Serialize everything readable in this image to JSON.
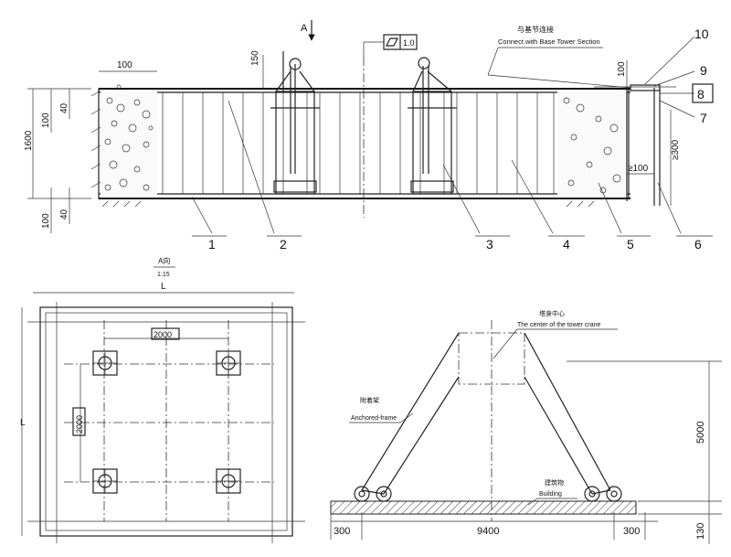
{
  "section": {
    "view_label": "A",
    "flatness_value": "1.0",
    "note_cn": "与基节连接",
    "note_en": "Connect with Base Tower Section",
    "dim_100_top": "100",
    "dim_150": "150",
    "dim_1600": "1600",
    "dim_100_left": "100",
    "dim_40_left": "40",
    "dim_40_bottom": "40",
    "dim_100_bottom": "100",
    "dim_100_right": "100",
    "dim_ge100": "≥100",
    "dim_ge300": "≥300",
    "callouts": [
      "1",
      "2",
      "3",
      "4",
      "5",
      "6",
      "7",
      "8",
      "9",
      "10"
    ]
  },
  "plan": {
    "view_title": "A向",
    "scale": "1:15",
    "dim_L_top": "L",
    "dim_L_side": "L",
    "dim_2000_h": "2000",
    "dim_2000_v": "2000"
  },
  "frame": {
    "center_cn": "塔身中心",
    "center_en": "The center of the tower crane",
    "anchor_cn": "附着架",
    "anchor_en": "Anchored-frame",
    "building_cn": "建筑物",
    "building_en": "Building",
    "dim_300_left": "300",
    "dim_9400": "9400",
    "dim_300_right": "300",
    "dim_5000": "5000",
    "dim_130": "130"
  }
}
